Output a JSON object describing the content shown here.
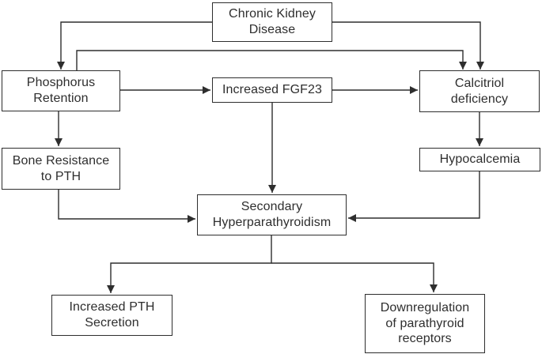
{
  "nodes": {
    "chronic_kidney_disease": {
      "label": "Chronic Kidney\nDisease"
    },
    "phosphorus_retention": {
      "label": "Phosphorus\nRetention"
    },
    "increased_fgf23": {
      "label": "Increased FGF23"
    },
    "calcitriol_deficiency": {
      "label": "Calcitriol\ndeficiency"
    },
    "bone_resistance_to_pth": {
      "label": "Bone Resistance\nto PTH"
    },
    "hypocalcemia": {
      "label": "Hypocalcemia"
    },
    "secondary_hyperparathyroidism": {
      "label": "Secondary\nHyperparathyroidism"
    },
    "increased_pth_secretion": {
      "label": "Increased PTH\nSecretion"
    },
    "downregulation_parathyroid_receptors": {
      "label": "Downregulation\nof parathyroid\nreceptors"
    }
  },
  "edges": [
    {
      "from": "Chronic Kidney Disease",
      "to": "Phosphorus Retention"
    },
    {
      "from": "Chronic Kidney Disease",
      "to": "Calcitriol deficiency"
    },
    {
      "from": "Phosphorus Retention",
      "to": "Calcitriol deficiency"
    },
    {
      "from": "Phosphorus Retention",
      "to": "Increased FGF23"
    },
    {
      "from": "Increased FGF23",
      "to": "Calcitriol deficiency"
    },
    {
      "from": "Phosphorus Retention",
      "to": "Bone Resistance to PTH"
    },
    {
      "from": "Calcitriol deficiency",
      "to": "Hypocalcemia"
    },
    {
      "from": "Increased FGF23",
      "to": "Secondary Hyperparathyroidism"
    },
    {
      "from": "Bone Resistance to PTH",
      "to": "Secondary Hyperparathyroidism"
    },
    {
      "from": "Hypocalcemia",
      "to": "Secondary Hyperparathyroidism"
    },
    {
      "from": "Secondary Hyperparathyroidism",
      "to": "Increased PTH Secretion"
    },
    {
      "from": "Secondary Hyperparathyroidism",
      "to": "Downregulation of parathyroid receptors"
    }
  ],
  "colors": {
    "line": "#2e2e2e",
    "text": "#2e2e2e",
    "node_background": "#ffffff",
    "page_background": "#ffffff"
  }
}
